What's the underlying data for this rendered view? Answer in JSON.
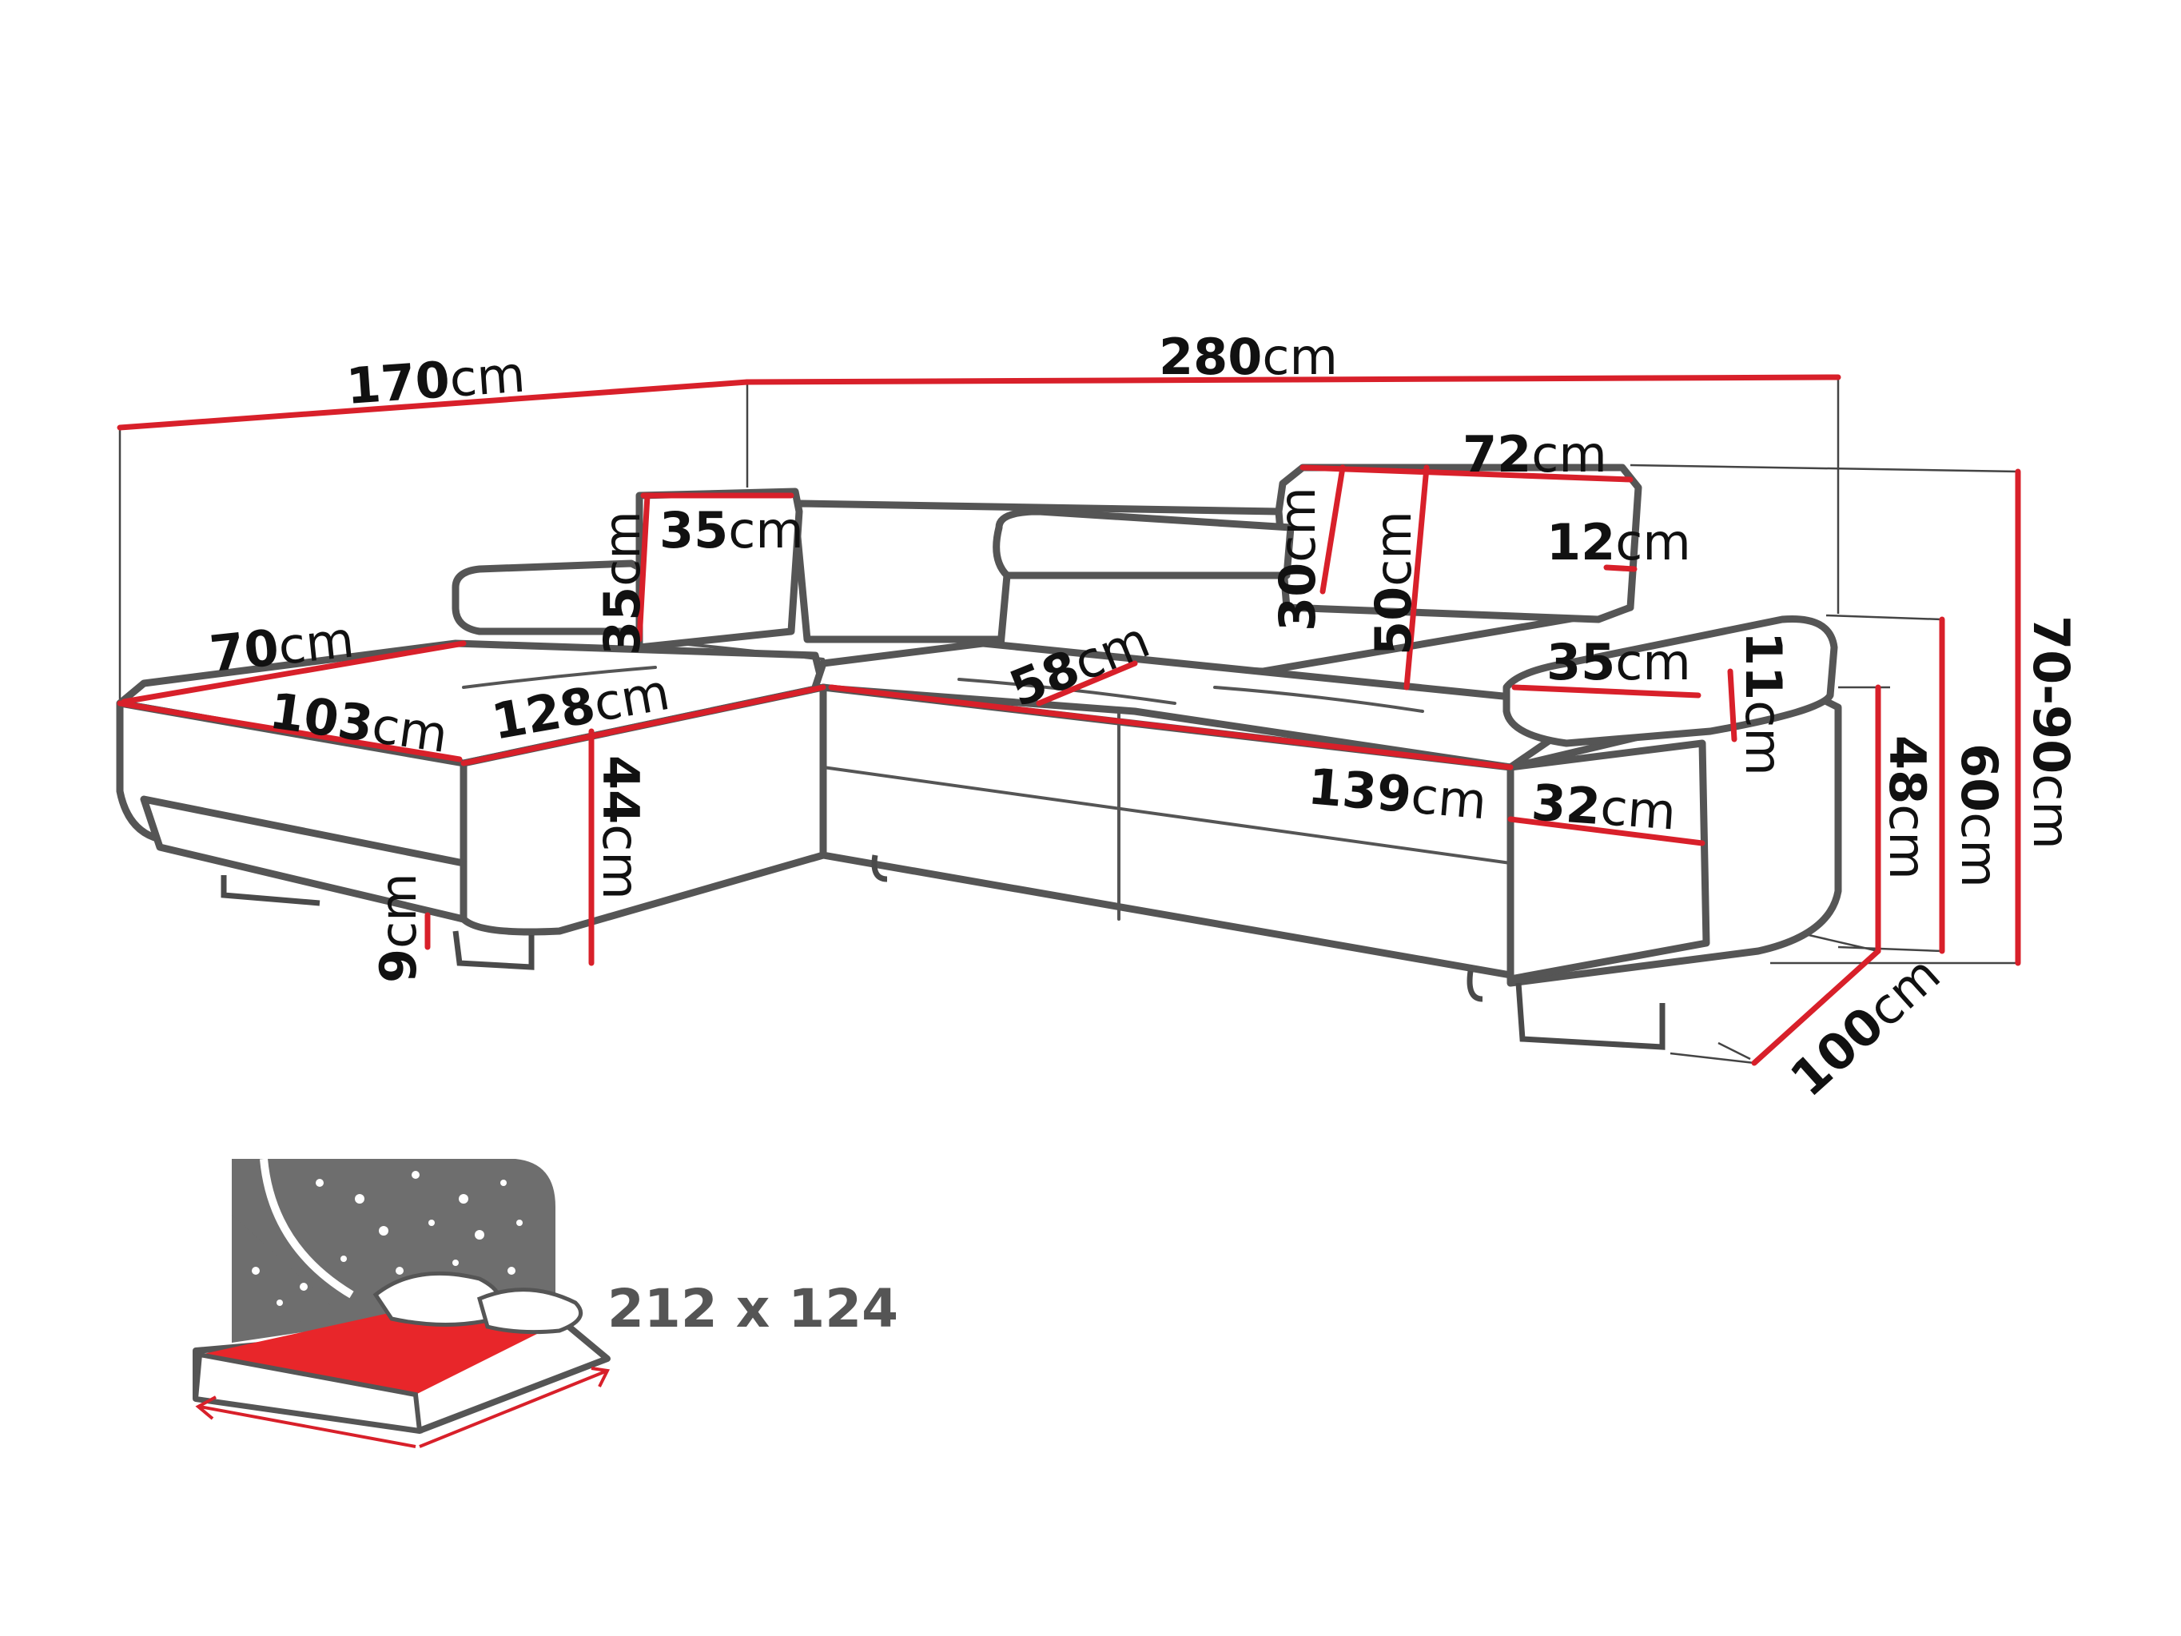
{
  "unit": "cm",
  "colors": {
    "dimension_line": "#d8202a",
    "outline": "#555555",
    "bed_mattress": "#e8262a",
    "night_panel": "#6e6e6e"
  },
  "dimensions": {
    "width_chaise_side": {
      "value": "170",
      "unit": "cm"
    },
    "width_total": {
      "value": "280",
      "unit": "cm"
    },
    "headrest_width": {
      "value": "72",
      "unit": "cm"
    },
    "headrest_thickness": {
      "value": "12",
      "unit": "cm"
    },
    "cushion_width": {
      "value": "35",
      "unit": "cm"
    },
    "cushion_height": {
      "value": "35",
      "unit": "cm"
    },
    "headrest_height": {
      "value": "30",
      "unit": "cm"
    },
    "backrest_height": {
      "value": "50",
      "unit": "cm"
    },
    "armrest_width": {
      "value": "35",
      "unit": "cm"
    },
    "armrest_top_thickness": {
      "value": "11",
      "unit": "cm"
    },
    "chaise_width": {
      "value": "70",
      "unit": "cm"
    },
    "chaise_inner_depth": {
      "value": "103",
      "unit": "cm"
    },
    "chaise_outer_depth": {
      "value": "128",
      "unit": "cm"
    },
    "seat_depth": {
      "value": "58",
      "unit": "cm"
    },
    "seat_width": {
      "value": "139",
      "unit": "cm"
    },
    "armrest_depth": {
      "value": "32",
      "unit": "cm"
    },
    "seat_height": {
      "value": "44",
      "unit": "cm"
    },
    "leg_height": {
      "value": "9",
      "unit": "cm"
    },
    "armrest_height": {
      "value": "48",
      "unit": "cm"
    },
    "back_height": {
      "value": "60",
      "unit": "cm"
    },
    "height_adjustable": {
      "value": "70-90",
      "unit": "cm"
    },
    "depth_total": {
      "value": "100",
      "unit": "cm"
    }
  },
  "sleeping_area": {
    "label": "212 x 124"
  },
  "icons": {
    "bed": "bed-function-icon",
    "stars": "night-sky-stars"
  }
}
